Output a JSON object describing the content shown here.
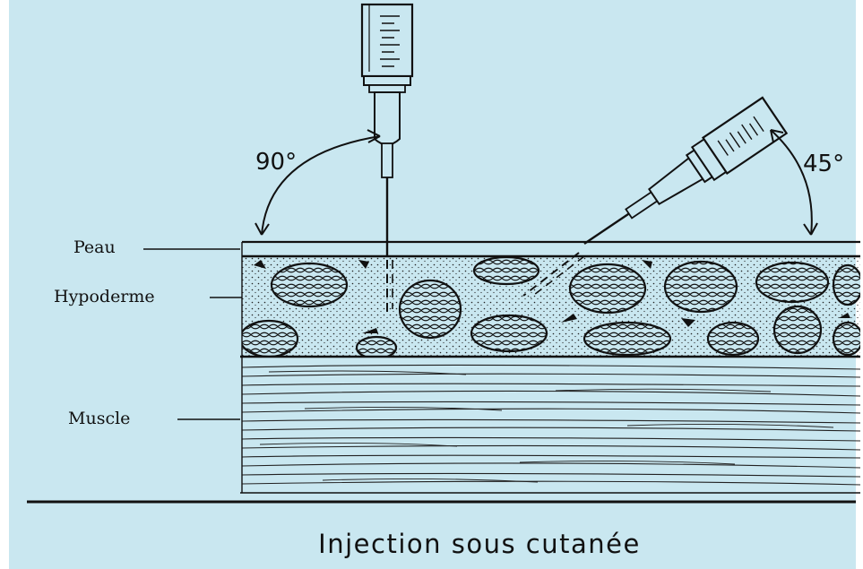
{
  "labels": {
    "skin": "Peau",
    "hypodermis": "Hypoderme",
    "muscle": "Muscle"
  },
  "angles": {
    "vertical": "90°",
    "oblique": "45°"
  },
  "caption": "Injection sous cutanée",
  "colors": {
    "background": "#c9e7f0",
    "ink": "#111111"
  }
}
